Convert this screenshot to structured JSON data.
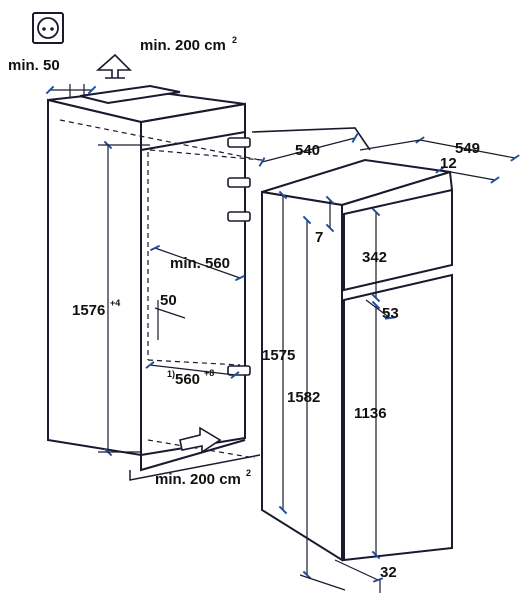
{
  "labels": {
    "vent_top": "min. 200 cm",
    "vent_top_sup": "2",
    "gap_top": "min. 50",
    "depth_appliance": "540",
    "depth_total": "549",
    "door_gap": "12",
    "offset_7": "7",
    "freezer_door": "342",
    "niche_depth": "min. 560",
    "gap_53": "53",
    "vent_gap": "50",
    "niche_height": "1576",
    "niche_height_sup": "+4",
    "appliance_height": "1575",
    "total_height": "1582",
    "fridge_door": "1136",
    "niche_width_note": "1)",
    "niche_width": "560",
    "niche_width_sup": "+8",
    "vent_bottom": "min. 200 cm",
    "vent_bottom_sup": "2",
    "plinth_gap": "32"
  },
  "icons": {
    "socket": "power-socket-icon",
    "air_out": "airflow-up-arrow-icon",
    "air_in": "airflow-in-arrow-icon"
  },
  "colors": {
    "line": "#1a1a2e",
    "accent": "#1f4e9c",
    "fill": "#ffffff"
  }
}
